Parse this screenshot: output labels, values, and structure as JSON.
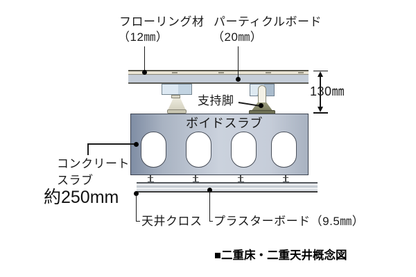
{
  "caption": "■二重床・二重天井概念図",
  "floor": {
    "flooring_label": "フローリング材",
    "flooring_size": "（12㎜）",
    "board_label": "パーティクルボード",
    "board_size": "（20㎜）"
  },
  "support_leg_label": "支持脚",
  "slab": {
    "void_label": "ボイドスラブ",
    "concrete_label_1": "コンクリート",
    "concrete_label_2": "スラブ",
    "thickness": "約250mm"
  },
  "ceiling": {
    "cloth_label": "天井クロス",
    "board_label": "プラスターボード（9.5㎜）"
  },
  "dimension": {
    "height": "130㎜"
  },
  "colors": {
    "flooring": "#e9e3d3",
    "particle_board": "#c5cdd8",
    "slab_dark": "#7f8da4",
    "slab_light": "#cbd2dd",
    "leg_box": "#d3e1ee",
    "leg_foot_left": "#e6e3d4",
    "leg_foot_right": "#8b8c6c",
    "line": "#1a1a1a"
  }
}
